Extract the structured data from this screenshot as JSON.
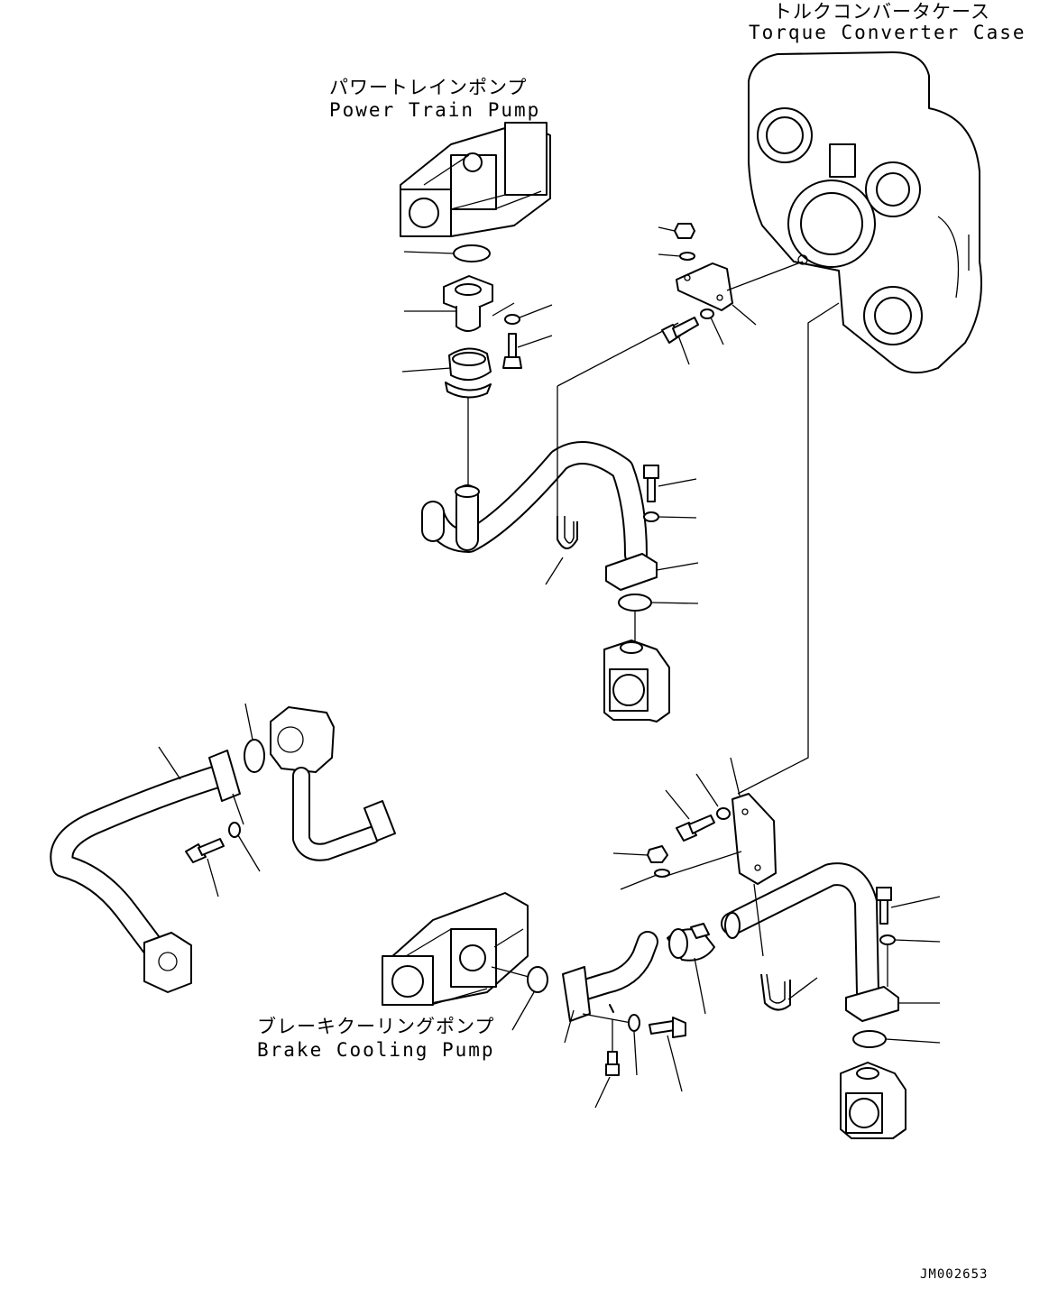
{
  "labels": {
    "torque_converter_case_jp": "トルクコンバータケース",
    "torque_converter_case_en": "Torque Converter Case",
    "power_train_pump_jp": "パワートレインポンプ",
    "power_train_pump_en": "Power Train Pump",
    "brake_cooling_pump_jp": "ブレーキクーリングポンプ",
    "brake_cooling_pump_en": "Brake Cooling Pump",
    "drawing_code": "JM002653"
  },
  "colors": {
    "line": "#000000",
    "background": "#ffffff"
  }
}
